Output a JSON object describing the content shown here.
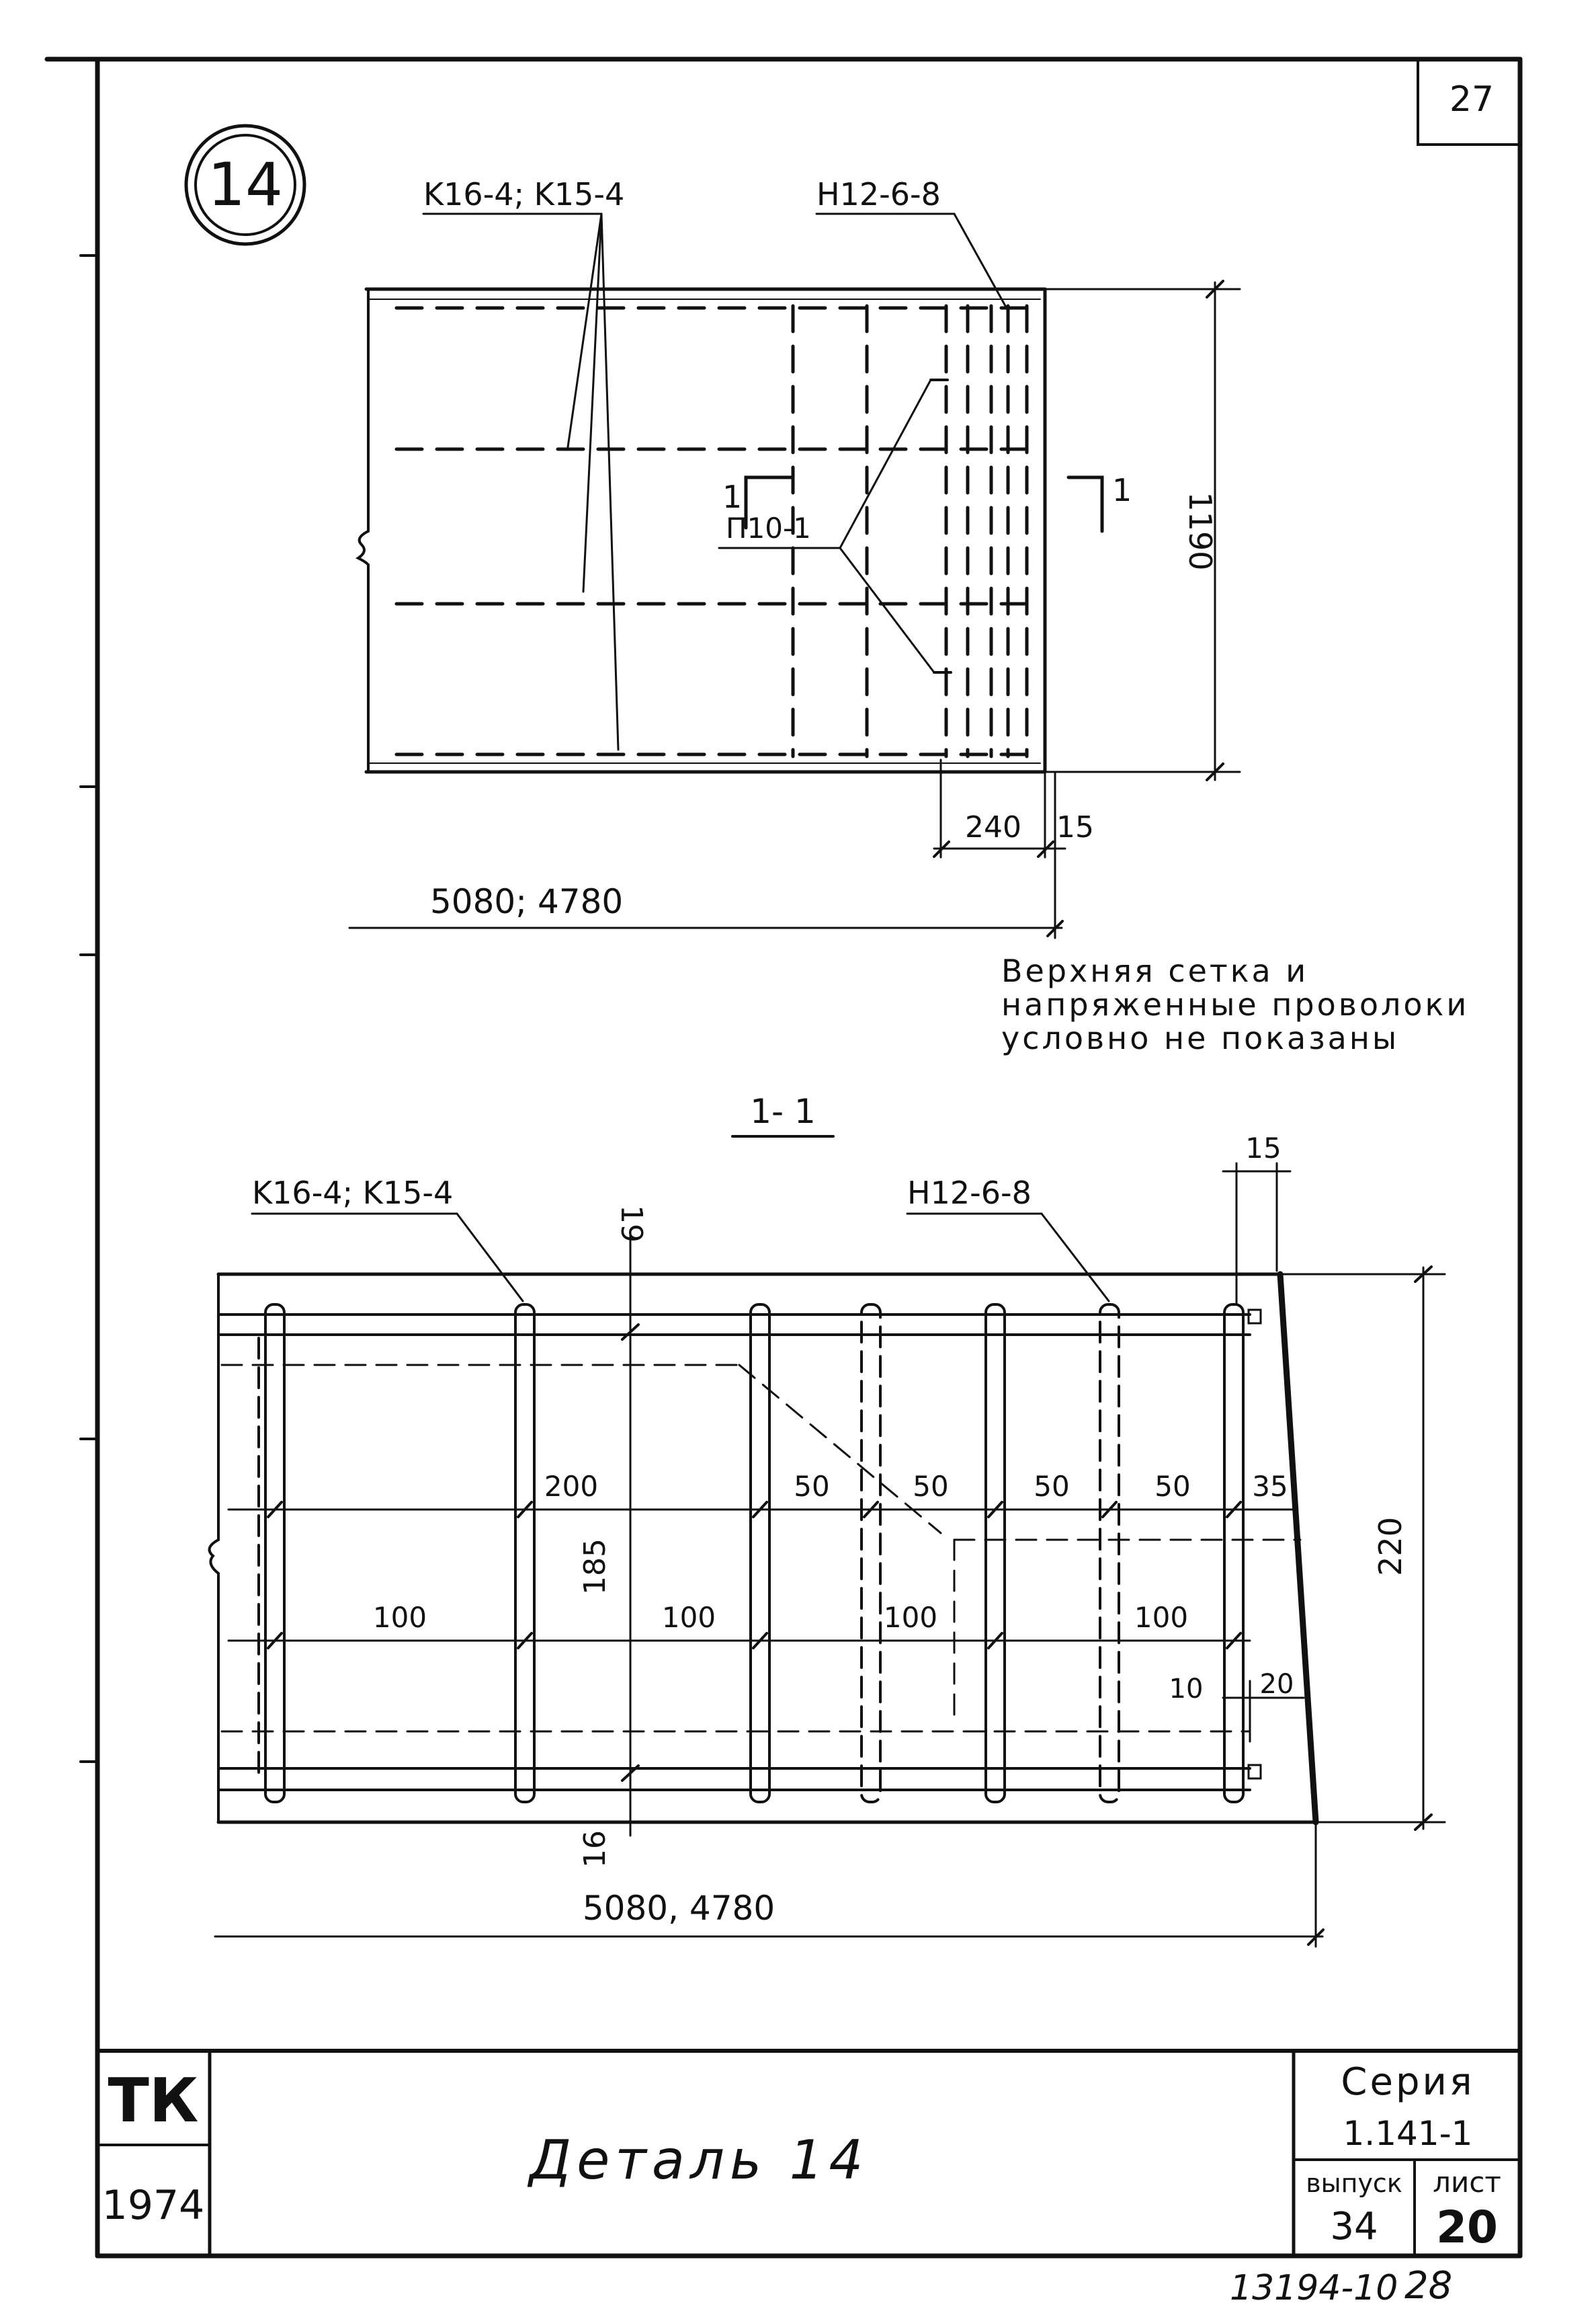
{
  "sheet": {
    "page_number": "27",
    "detail_marker": "14",
    "bottom_stamp": "13194-10",
    "bottom_stamp_page": "28"
  },
  "plan_view": {
    "label_k": "K16-4; K15-4",
    "label_n": "H12-6-8",
    "label_p": "П10-1",
    "section_mark_left": "1",
    "section_mark_right": "1",
    "dim_height": "1190",
    "dim_240": "240",
    "dim_15": "15",
    "dim_length": "5080; 4780"
  },
  "note": {
    "line1": "Верхняя сетка и",
    "line2": "напряженные проволоки",
    "line3": "условно не показаны"
  },
  "section_view": {
    "title": "1- 1",
    "label_k": "K16-4; K15-4",
    "label_n": "H12-6-8",
    "dim_19": "19",
    "dim_15": "15",
    "dim_185": "185",
    "dim_16": "16",
    "dim_220": "220",
    "dim_200": "200",
    "dim_50a": "50",
    "dim_50b": "50",
    "dim_50c": "50",
    "dim_50d": "50",
    "dim_35": "35",
    "dim_100a": "100",
    "dim_100b": "100",
    "dim_100c": "100",
    "dim_100d": "100",
    "dim_10": "10",
    "dim_20": "20",
    "dim_length": "5080, 4780"
  },
  "title_block": {
    "org": "ТК",
    "year": "1974",
    "title": "Деталь 14",
    "series_label": "Серия",
    "series_value": "1.141-1",
    "issue_label": "выпуск",
    "issue_value": "34",
    "sheet_label": "лист",
    "sheet_value": "20"
  }
}
